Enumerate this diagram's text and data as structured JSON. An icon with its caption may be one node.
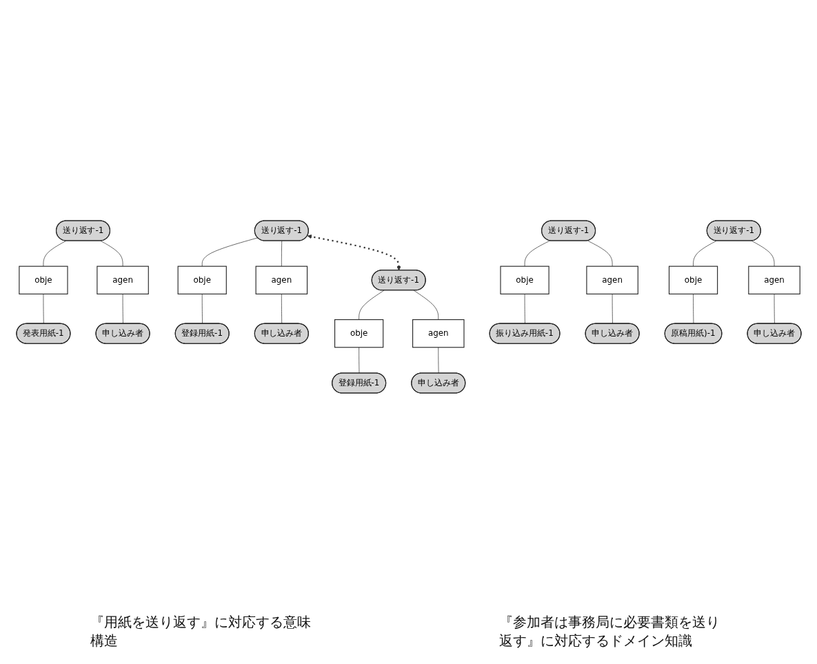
{
  "diagram": {
    "nodes": [
      {
        "text": [
          "送り返す-1"
        ]
      },
      {
        "text": [
          "obje"
        ]
      },
      {
        "text": [
          "agen"
        ]
      },
      {
        "text": [
          "発表用紙-1"
        ]
      },
      {
        "text": [
          "申し込み者"
        ]
      },
      {
        "text": [
          "送り返す-1"
        ]
      },
      {
        "text": [
          "obje"
        ]
      },
      {
        "text": [
          "agen"
        ]
      },
      {
        "text": [
          "登録用紙-1"
        ]
      },
      {
        "text": [
          "申し込み者"
        ]
      },
      {
        "text": [
          "送り返す-1"
        ]
      },
      {
        "text": [
          "obje"
        ]
      },
      {
        "text": [
          "agen"
        ]
      },
      {
        "text": [
          "登録用紙-1"
        ]
      },
      {
        "text": [
          "申し込み者"
        ]
      },
      {
        "text": [
          "送り返す-1"
        ]
      },
      {
        "text": [
          "obje"
        ]
      },
      {
        "text": [
          "agen"
        ]
      },
      {
        "text": [
          "振り込み用紙-1"
        ]
      },
      {
        "text": [
          "申し込み者"
        ]
      },
      {
        "text": [
          "送り返す-1"
        ]
      },
      {
        "text": [
          "obje"
        ]
      },
      {
        "text": [
          "agen"
        ]
      },
      {
        "text": [
          "原稿用紙)-1"
        ]
      },
      {
        "text": [
          "申し込み者"
        ]
      }
    ],
    "edges": [
      {
        "from": 0,
        "to": 1,
        "arrow": "none"
      },
      {
        "from": 0,
        "to": 2,
        "arrow": "none"
      },
      {
        "from": 1,
        "to": 3,
        "arrow": "none"
      },
      {
        "from": 2,
        "to": 4,
        "arrow": "none"
      },
      {
        "from": 5,
        "to": 6,
        "arrow": "none"
      },
      {
        "from": 5,
        "to": 7,
        "arrow": "none"
      },
      {
        "from": 6,
        "to": 8,
        "arrow": "none"
      },
      {
        "from": 7,
        "to": 9,
        "arrow": "none"
      },
      {
        "from": 5,
        "to": 10,
        "arrow": "both",
        "style": "dashed"
      },
      {
        "from": 10,
        "to": 11,
        "arrow": "none"
      },
      {
        "from": 10,
        "to": 12,
        "arrow": "none"
      },
      {
        "from": 11,
        "to": 13,
        "arrow": "none"
      },
      {
        "from": 12,
        "to": 14,
        "arrow": "none"
      },
      {
        "from": 15,
        "to": 16,
        "arrow": "none"
      },
      {
        "from": 15,
        "to": 17,
        "arrow": "none"
      },
      {
        "from": 16,
        "to": 18,
        "arrow": "none"
      },
      {
        "from": 17,
        "to": 19,
        "arrow": "none"
      },
      {
        "from": 20,
        "to": 21,
        "arrow": "none"
      },
      {
        "from": 20,
        "to": 22,
        "arrow": "none"
      },
      {
        "from": 21,
        "to": 23,
        "arrow": "none"
      },
      {
        "from": 22,
        "to": 24,
        "arrow": "none"
      }
    ],
    "labels": [
      "『用紙を送り返す』に対応する意味構造",
      "『参加者は事務局に必要書類を送り返す』に対応するドメイン知識"
    ]
  }
}
